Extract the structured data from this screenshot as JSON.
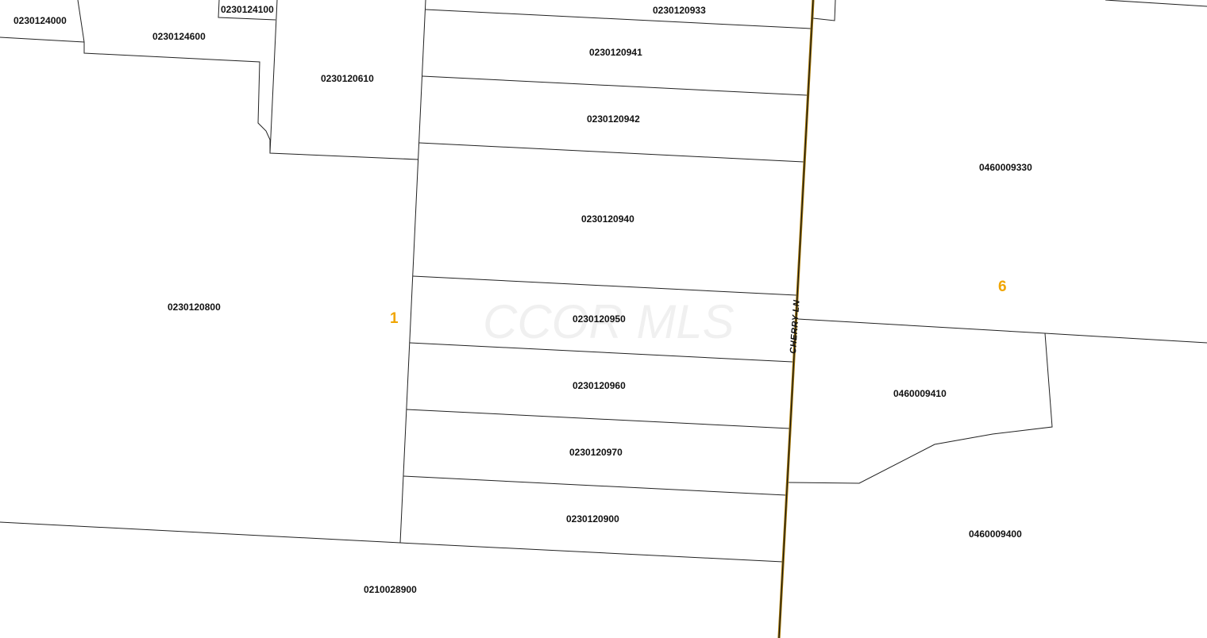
{
  "watermark": "CCOR MLS",
  "road": {
    "name": "CHERRY-LN",
    "colors": {
      "outer": "#a87800",
      "inner": "#1a1a1a"
    }
  },
  "district_color": "#f0a500",
  "districts": [
    {
      "id": "district-1",
      "label": "1"
    },
    {
      "id": "district-6",
      "label": "6"
    }
  ],
  "parcels": [
    "0230124000",
    "0230124100",
    "0230124600",
    "0230120610",
    "0230120933",
    "0230120941",
    "0230120942",
    "0230120940",
    "0230120800",
    "0230120950",
    "0230120960",
    "0230120970",
    "0230120900",
    "0210028900",
    "0460009330",
    "0460009410",
    "0460009400"
  ]
}
